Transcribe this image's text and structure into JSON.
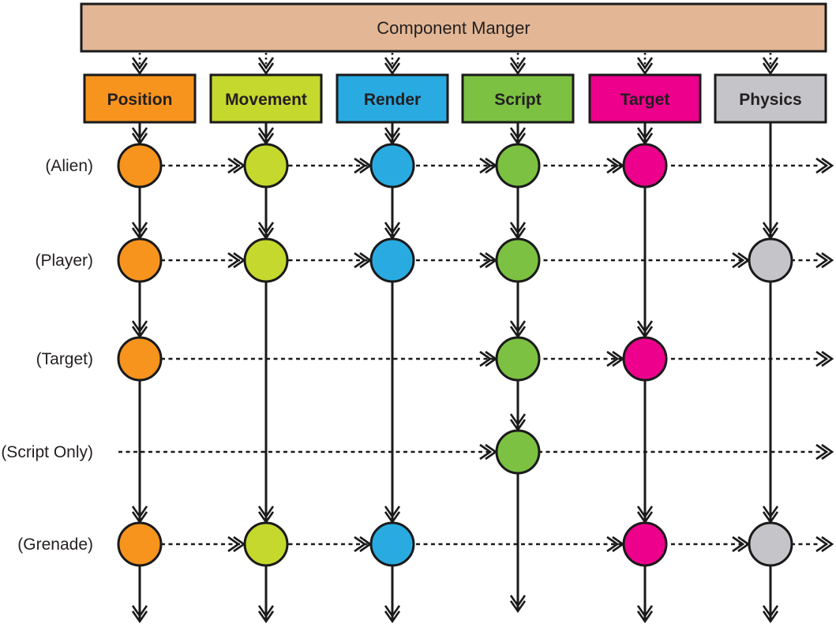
{
  "diagram": {
    "title": "Component Manger",
    "manager": {
      "label": "Component Manger",
      "fill": "#E3B795"
    },
    "columns": [
      {
        "id": "position",
        "label": "Position",
        "fill": "#F7941E"
      },
      {
        "id": "movement",
        "label": "Movement",
        "fill": "#C5D82D"
      },
      {
        "id": "render",
        "label": "Render",
        "fill": "#29ABE2"
      },
      {
        "id": "script",
        "label": "Script",
        "fill": "#7CC142"
      },
      {
        "id": "target",
        "label": "Target",
        "fill": "#EC008C"
      },
      {
        "id": "physics",
        "label": "Physics",
        "fill": "#C5C5C9"
      }
    ],
    "rows": [
      {
        "label": "(Alien)",
        "components": [
          "position",
          "movement",
          "render",
          "script",
          "target"
        ]
      },
      {
        "label": "(Player)",
        "components": [
          "position",
          "movement",
          "render",
          "script",
          "physics"
        ]
      },
      {
        "label": "(Target)",
        "components": [
          "position",
          "script",
          "target"
        ]
      },
      {
        "label": "(Script Only)",
        "components": [
          "script"
        ]
      },
      {
        "label": "(Grenade)",
        "components": [
          "position",
          "movement",
          "render",
          "target",
          "physics"
        ]
      }
    ],
    "line_color": "#1A1A1A"
  }
}
